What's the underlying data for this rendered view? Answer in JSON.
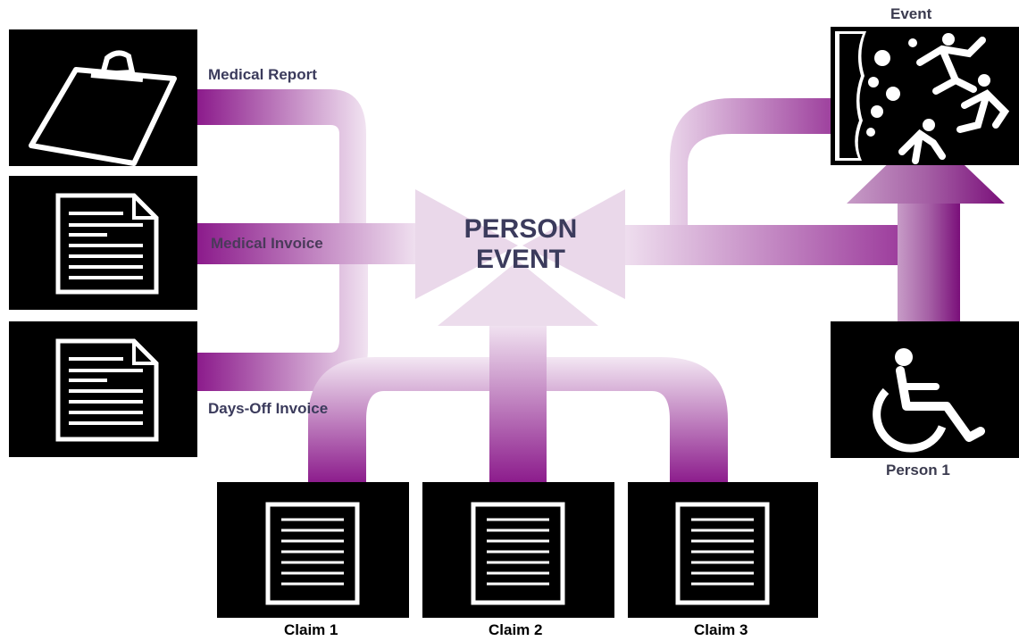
{
  "diagram": {
    "center": {
      "line1": "PERSON",
      "line2": "EVENT"
    },
    "documents": {
      "medical_report": "Medical Report",
      "medical_invoice": "Medical Invoice",
      "days_off_invoice": "Days-Off Invoice"
    },
    "claims": {
      "claim1": "Claim 1",
      "claim2": "Claim 2",
      "claim3": "Claim 3"
    },
    "event": "Event",
    "person": "Person 1",
    "colors": {
      "flow": "#8b1a8b",
      "flow_light": "#ead5ea",
      "box": "#000000",
      "text": "#3b3b5c"
    },
    "icons": [
      "clipboard-icon",
      "document-icon",
      "document-icon",
      "claim-document-icon",
      "event-people-icon",
      "wheelchair-icon"
    ]
  }
}
